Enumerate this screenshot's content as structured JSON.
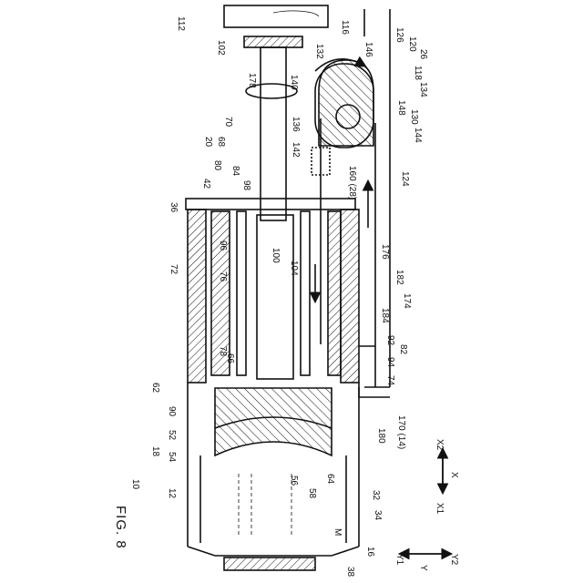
{
  "figure": {
    "title": "FIG. 8"
  },
  "reference_numerals": [
    {
      "id": "112",
      "t": "112",
      "r": 0
    },
    {
      "id": "116",
      "t": "116",
      "r": 0
    },
    {
      "id": "102",
      "t": "102",
      "r": 0
    },
    {
      "id": "178",
      "t": "178",
      "r": 0
    },
    {
      "id": "132",
      "t": "132",
      "r": 0
    },
    {
      "id": "146",
      "t": "146",
      "r": 0
    },
    {
      "id": "126",
      "t": "126",
      "r": 0
    },
    {
      "id": "120",
      "t": "120",
      "r": 0
    },
    {
      "id": "26",
      "t": "26",
      "r": 0
    },
    {
      "id": "118",
      "t": "118",
      "r": 0
    },
    {
      "id": "134",
      "t": "134",
      "r": 0
    },
    {
      "id": "140",
      "t": "140",
      "r": 0
    },
    {
      "id": "148",
      "t": "148",
      "r": 0
    },
    {
      "id": "130",
      "t": "130",
      "r": 0
    },
    {
      "id": "136",
      "t": "136",
      "r": 0
    },
    {
      "id": "70",
      "t": "70",
      "r": 0
    },
    {
      "id": "144",
      "t": "144",
      "r": 0
    },
    {
      "id": "20",
      "t": "20",
      "r": 0
    },
    {
      "id": "68",
      "t": "68",
      "r": 0
    },
    {
      "id": "142",
      "t": "142",
      "r": 0
    },
    {
      "id": "80",
      "t": "80",
      "r": 0
    },
    {
      "id": "84",
      "t": "84",
      "r": 0
    },
    {
      "id": "42",
      "t": "42",
      "r": 0
    },
    {
      "id": "98",
      "t": "98",
      "r": 0
    },
    {
      "id": "160",
      "t": "160 (28)",
      "r": 0
    },
    {
      "id": "124",
      "t": "124",
      "r": 0
    },
    {
      "id": "36",
      "t": "36",
      "r": 0
    },
    {
      "id": "100",
      "t": "100",
      "r": 0
    },
    {
      "id": "104",
      "t": "104",
      "r": 0
    },
    {
      "id": "96",
      "t": "96",
      "r": 0
    },
    {
      "id": "176",
      "t": "176",
      "r": 0
    },
    {
      "id": "72",
      "t": "72",
      "r": 0
    },
    {
      "id": "76",
      "t": "76",
      "r": 0
    },
    {
      "id": "182",
      "t": "182",
      "r": 0
    },
    {
      "id": "174",
      "t": "174",
      "r": 0
    },
    {
      "id": "184",
      "t": "184",
      "r": 0
    },
    {
      "id": "78",
      "t": "78",
      "r": 0
    },
    {
      "id": "92",
      "t": "92",
      "r": 0
    },
    {
      "id": "66",
      "t": "66",
      "r": 0
    },
    {
      "id": "82",
      "t": "82",
      "r": 0
    },
    {
      "id": "94",
      "t": "94",
      "r": 0
    },
    {
      "id": "74",
      "t": "74",
      "r": 0
    },
    {
      "id": "62",
      "t": "62",
      "r": 0
    },
    {
      "id": "90",
      "t": "90",
      "r": 0
    },
    {
      "id": "170",
      "t": "170 (14)",
      "r": 0
    },
    {
      "id": "180",
      "t": "180",
      "r": 0
    },
    {
      "id": "52",
      "t": "52",
      "r": 0
    },
    {
      "id": "18",
      "t": "18",
      "r": 0
    },
    {
      "id": "54",
      "t": "54",
      "r": 0
    },
    {
      "id": "64",
      "t": "64",
      "r": 0
    },
    {
      "id": "56",
      "t": "56",
      "r": 0
    },
    {
      "id": "58",
      "t": "58",
      "r": 0
    },
    {
      "id": "10",
      "t": "10",
      "r": 0
    },
    {
      "id": "12",
      "t": "12",
      "r": 0
    },
    {
      "id": "32",
      "t": "32",
      "r": 0
    },
    {
      "id": "34",
      "t": "34",
      "r": 0
    },
    {
      "id": "M",
      "t": "M",
      "r": 0
    },
    {
      "id": "16",
      "t": "16",
      "r": 0
    },
    {
      "id": "38",
      "t": "38",
      "r": 0
    }
  ],
  "axes": {
    "x1": "X1",
    "x": "X",
    "x2": "X2",
    "y1": "Y1",
    "y": "Y",
    "y2": "Y2"
  }
}
